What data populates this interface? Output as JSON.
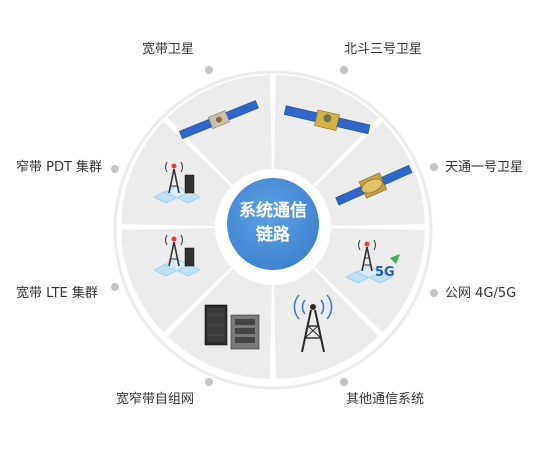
{
  "diagram": {
    "center": {
      "line1": "系统通信",
      "line2": "链路",
      "color": "#4a8fd6"
    },
    "segments": [
      {
        "id": "broadband-satellite",
        "label": "宽带卫星",
        "icon": "satellite-icon"
      },
      {
        "id": "beidou-3",
        "label": "北斗三号卫星",
        "icon": "satellite-icon"
      },
      {
        "id": "tiantong-1",
        "label": "天通一号卫星",
        "icon": "satellite-icon"
      },
      {
        "id": "public-network",
        "label": "公网 4G/5G",
        "icon": "5g-tower-icon",
        "badge": "5G"
      },
      {
        "id": "other-systems",
        "label": "其他通信系统",
        "icon": "radio-tower-icon"
      },
      {
        "id": "ad-hoc",
        "label": "宽窄带自组网",
        "icon": "radio-equipment-icon"
      },
      {
        "id": "broadband-lte",
        "label": "宽带 LTE 集群",
        "icon": "cluster-tower-icon"
      },
      {
        "id": "narrowband-pdt",
        "label": "窄带 PDT 集群",
        "icon": "cluster-tower-icon"
      }
    ],
    "colors": {
      "segment": "#ececec",
      "separator": "#ffffff",
      "ring": "#ececec",
      "dot": "#c4c4c4",
      "accent": "#2f6fd0"
    }
  }
}
